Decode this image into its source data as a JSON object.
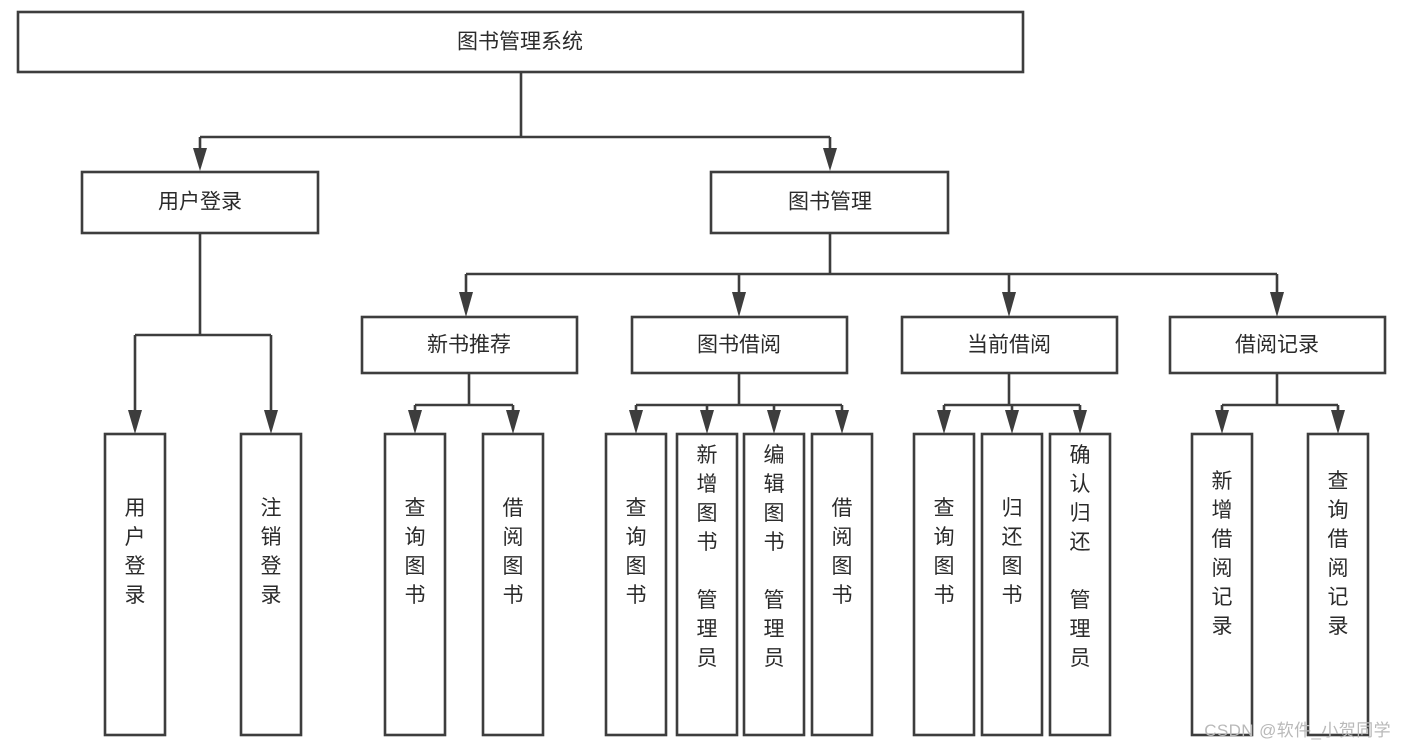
{
  "diagram": {
    "type": "tree-hierarchy",
    "orientation": "top-down",
    "title": "图书管理系统",
    "theme": {
      "background": "#ffffff",
      "box_fill": "#ffffff",
      "box_stroke": "#3d3d3d",
      "text_color": "#2b2b2b",
      "watermark_color": "#b9b9b9"
    },
    "levels": {
      "root": "图书管理系统",
      "level1": [
        "用户登录",
        "图书管理"
      ],
      "level2": [
        "新书推荐",
        "图书借阅",
        "当前借阅",
        "借阅记录"
      ]
    },
    "nodes": {
      "root": {
        "id": "root",
        "label": "图书管理系统",
        "orientation": "horizontal"
      },
      "l1": [
        {
          "id": "user-login",
          "label": "用户登录",
          "orientation": "horizontal"
        },
        {
          "id": "book-manage",
          "label": "图书管理",
          "orientation": "horizontal"
        }
      ],
      "l2": [
        {
          "id": "new-book-rec",
          "label": "新书推荐",
          "orientation": "horizontal"
        },
        {
          "id": "book-borrow",
          "label": "图书借阅",
          "orientation": "horizontal"
        },
        {
          "id": "current-borrow",
          "label": "当前借阅",
          "orientation": "horizontal"
        },
        {
          "id": "borrow-record",
          "label": "借阅记录",
          "orientation": "horizontal"
        }
      ],
      "leaves": {
        "user-login": [
          {
            "id": "leaf-user-login",
            "label": "用户登录",
            "orientation": "vertical"
          },
          {
            "id": "leaf-logout",
            "label": "注销登录",
            "orientation": "vertical"
          }
        ],
        "new-book-rec": [
          {
            "id": "leaf-query-book-1",
            "label": "查询图书",
            "orientation": "vertical"
          },
          {
            "id": "leaf-borrow-book-1",
            "label": "借阅图书",
            "orientation": "vertical"
          }
        ],
        "book-borrow": [
          {
            "id": "leaf-query-book-2",
            "label": "查询图书",
            "orientation": "vertical"
          },
          {
            "id": "leaf-add-book",
            "label": "新增图书（管理员）",
            "orientation": "vertical"
          },
          {
            "id": "leaf-edit-book",
            "label": "编辑图书（管理员）",
            "orientation": "vertical"
          },
          {
            "id": "leaf-borrow-book-2",
            "label": "借阅图书",
            "orientation": "vertical"
          }
        ],
        "current-borrow": [
          {
            "id": "leaf-query-book-3",
            "label": "查询图书",
            "orientation": "vertical"
          },
          {
            "id": "leaf-return-book",
            "label": "归还图书",
            "orientation": "vertical"
          },
          {
            "id": "leaf-confirm-return",
            "label": "确认归还（管理员）",
            "orientation": "vertical"
          }
        ],
        "borrow-record": [
          {
            "id": "leaf-add-record",
            "label": "新增借阅记录",
            "orientation": "vertical"
          },
          {
            "id": "leaf-query-record",
            "label": "查询借阅记录",
            "orientation": "vertical"
          }
        ]
      }
    },
    "edges": [
      {
        "from": "root",
        "to": "user-login"
      },
      {
        "from": "root",
        "to": "book-manage"
      },
      {
        "from": "user-login",
        "to": "leaf-user-login"
      },
      {
        "from": "user-login",
        "to": "leaf-logout"
      },
      {
        "from": "book-manage",
        "to": "new-book-rec"
      },
      {
        "from": "book-manage",
        "to": "book-borrow"
      },
      {
        "from": "book-manage",
        "to": "current-borrow"
      },
      {
        "from": "book-manage",
        "to": "borrow-record"
      },
      {
        "from": "new-book-rec",
        "to": "leaf-query-book-1"
      },
      {
        "from": "new-book-rec",
        "to": "leaf-borrow-book-1"
      },
      {
        "from": "book-borrow",
        "to": "leaf-query-book-2"
      },
      {
        "from": "book-borrow",
        "to": "leaf-add-book"
      },
      {
        "from": "book-borrow",
        "to": "leaf-edit-book"
      },
      {
        "from": "book-borrow",
        "to": "leaf-borrow-book-2"
      },
      {
        "from": "current-borrow",
        "to": "leaf-query-book-3"
      },
      {
        "from": "current-borrow",
        "to": "leaf-return-book"
      },
      {
        "from": "current-borrow",
        "to": "leaf-confirm-return"
      },
      {
        "from": "borrow-record",
        "to": "leaf-add-record"
      },
      {
        "from": "borrow-record",
        "to": "leaf-query-record"
      }
    ]
  },
  "watermark": {
    "text": "CSDN @软件_小贺同学"
  }
}
